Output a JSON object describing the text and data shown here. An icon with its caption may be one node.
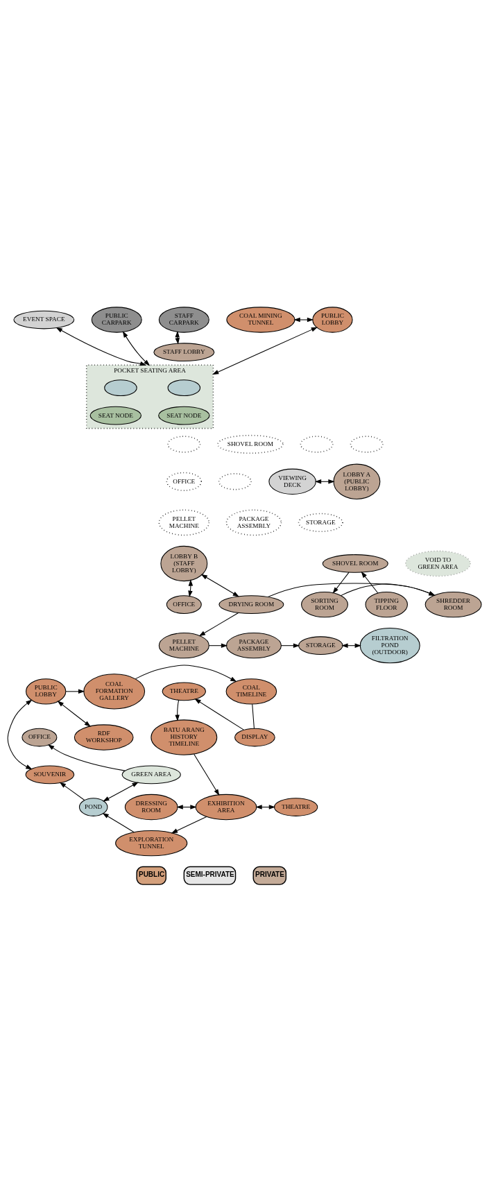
{
  "diagram": {
    "nodes": [
      {
        "text": [
          "STAFF CARPARK"
        ]
      },
      {
        "text": [
          "EVENT SPACE"
        ]
      },
      {
        "text": [
          "PUBLIC CARPARK"
        ]
      },
      {
        "text": [
          "PUBLIC LOBBY"
        ]
      },
      {
        "text": [
          "COAL MINING TUNNEL"
        ]
      },
      {
        "text": [
          "STAFF LOBBY"
        ]
      },
      {
        "text": [
          "POCKET SEATING AREA"
        ]
      },
      {
        "text": [],
        "shape": "ellipse",
        "in": 6
      },
      {
        "text": [
          "SEAT NODE"
        ],
        "in": 6
      },
      {
        "text": [],
        "shape": "ellipse",
        "in": 6
      },
      {
        "text": [
          "SEAT NODE"
        ],
        "in": 6
      },
      {
        "text": [
          "SHOVEL ROOM"
        ]
      },
      {
        "text": [
          "OFFICE"
        ]
      },
      {
        "text": [],
        "shape": "ellipse"
      },
      {
        "text": [],
        "shape": "ellipse"
      },
      {
        "text": [],
        "shape": "ellipse"
      },
      {
        "text": [],
        "shape": "ellipse"
      },
      {
        "text": [
          "VIEWING DECK"
        ]
      },
      {
        "text": [
          "LOBBY A (PUBLIC LOBBY)"
        ]
      },
      {
        "text": [
          "PELLET MACHINE"
        ]
      },
      {
        "text": [
          "PACKAGE ASSEMBLY"
        ]
      },
      {
        "text": [
          "STORAGE"
        ]
      },
      {
        "text": [
          "SHOVEL ROOM"
        ]
      },
      {
        "text": [
          "LOBBY B (STAFF LOBBY)"
        ]
      },
      {
        "text": [
          "VOID TO GREEN AREA"
        ]
      },
      {
        "text": [
          "OFFICE"
        ]
      },
      {
        "text": [
          "DRYING ROOM"
        ]
      },
      {
        "text": [
          "SHREDDER ROOM"
        ]
      },
      {
        "text": [
          "SORTING ROOM"
        ]
      },
      {
        "text": [
          "TIPPING FLOOR"
        ]
      },
      {
        "text": [
          "PELLET MACHINE"
        ]
      },
      {
        "text": [
          "PACKAGE ASSEMBLY"
        ]
      },
      {
        "text": [
          "STORAGE"
        ]
      },
      {
        "text": [
          "FILTRATION POND (OUTDOOR)"
        ]
      },
      {
        "text": [
          "COAL FORMATION GALLERY"
        ]
      },
      {
        "text": [
          "PUBLIC LOBBY"
        ]
      },
      {
        "text": [
          "THEATRE"
        ]
      },
      {
        "text": [
          "COAL TIMELINE"
        ]
      },
      {
        "text": [
          "BATU ARANG HISTORY TIMELINE"
        ]
      },
      {
        "text": [
          "RDF WORKSHOP"
        ]
      },
      {
        "text": [
          "DISPLAY"
        ]
      },
      {
        "text": [
          "OFFICE"
        ]
      },
      {
        "text": [
          "GREEN AREA"
        ]
      },
      {
        "text": [
          "SOUVENIR"
        ]
      },
      {
        "text": [
          "DRESSING ROOM"
        ]
      },
      {
        "text": [
          "EXHIBITION AREA"
        ]
      },
      {
        "text": [
          "THEATRE"
        ]
      },
      {
        "text": [
          "POND"
        ]
      },
      {
        "text": [
          "EXPLORATION TUNNEL"
        ]
      }
    ],
    "edges": [
      {
        "from": 0,
        "to": 5,
        "arrow": "both"
      },
      {
        "from": 1,
        "to": 6,
        "arrow": "both"
      },
      {
        "from": 2,
        "to": 6,
        "arrow": "both"
      },
      {
        "from": 3,
        "to": 6,
        "arrow": "both"
      },
      {
        "from": 4,
        "to": 3,
        "arrow": "both"
      },
      {
        "from": 17,
        "to": 18,
        "arrow": "both"
      },
      {
        "from": 25,
        "to": 23,
        "arrow": "both"
      },
      {
        "from": 23,
        "to": 26,
        "arrow": "both"
      },
      {
        "from": 26,
        "to": 27,
        "arrow": "to"
      },
      {
        "from": 28,
        "to": 27,
        "arrow": "to"
      },
      {
        "from": 22,
        "to": 28,
        "arrow": "to"
      },
      {
        "from": 29,
        "to": 22,
        "arrow": "to"
      },
      {
        "from": 26,
        "to": 30,
        "arrow": "to"
      },
      {
        "from": 30,
        "to": 31,
        "arrow": "to"
      },
      {
        "from": 31,
        "to": 32,
        "arrow": "to"
      },
      {
        "from": 32,
        "to": 33,
        "arrow": "both"
      },
      {
        "from": 35,
        "to": 34,
        "arrow": "to"
      },
      {
        "from": 34,
        "to": 37,
        "arrow": "to"
      },
      {
        "from": 37,
        "to": 40,
        "arrow": "none"
      },
      {
        "from": 40,
        "to": 36,
        "arrow": "to"
      },
      {
        "from": 36,
        "to": 38,
        "arrow": "to"
      },
      {
        "from": 35,
        "to": 39,
        "arrow": "both"
      },
      {
        "from": 35,
        "to": 43,
        "arrow": "both"
      },
      {
        "from": 38,
        "to": 45,
        "arrow": "to"
      },
      {
        "from": 42,
        "to": 41,
        "arrow": "to"
      },
      {
        "from": 42,
        "to": 47,
        "arrow": "both"
      },
      {
        "from": 45,
        "to": 46,
        "arrow": "both"
      },
      {
        "from": 44,
        "to": 45,
        "arrow": "both"
      },
      {
        "from": 45,
        "to": 48,
        "arrow": "to"
      },
      {
        "from": 48,
        "to": 47,
        "arrow": "to"
      },
      {
        "from": 47,
        "to": 43,
        "arrow": "to"
      }
    ],
    "legend": [
      {
        "text": "PUBLIC",
        "color": "#d4a07c"
      },
      {
        "text": "SEMI-PRIVATE",
        "color": "#e6e6e6"
      },
      {
        "text": "PRIVATE",
        "color": "#c4ab98"
      }
    ]
  }
}
